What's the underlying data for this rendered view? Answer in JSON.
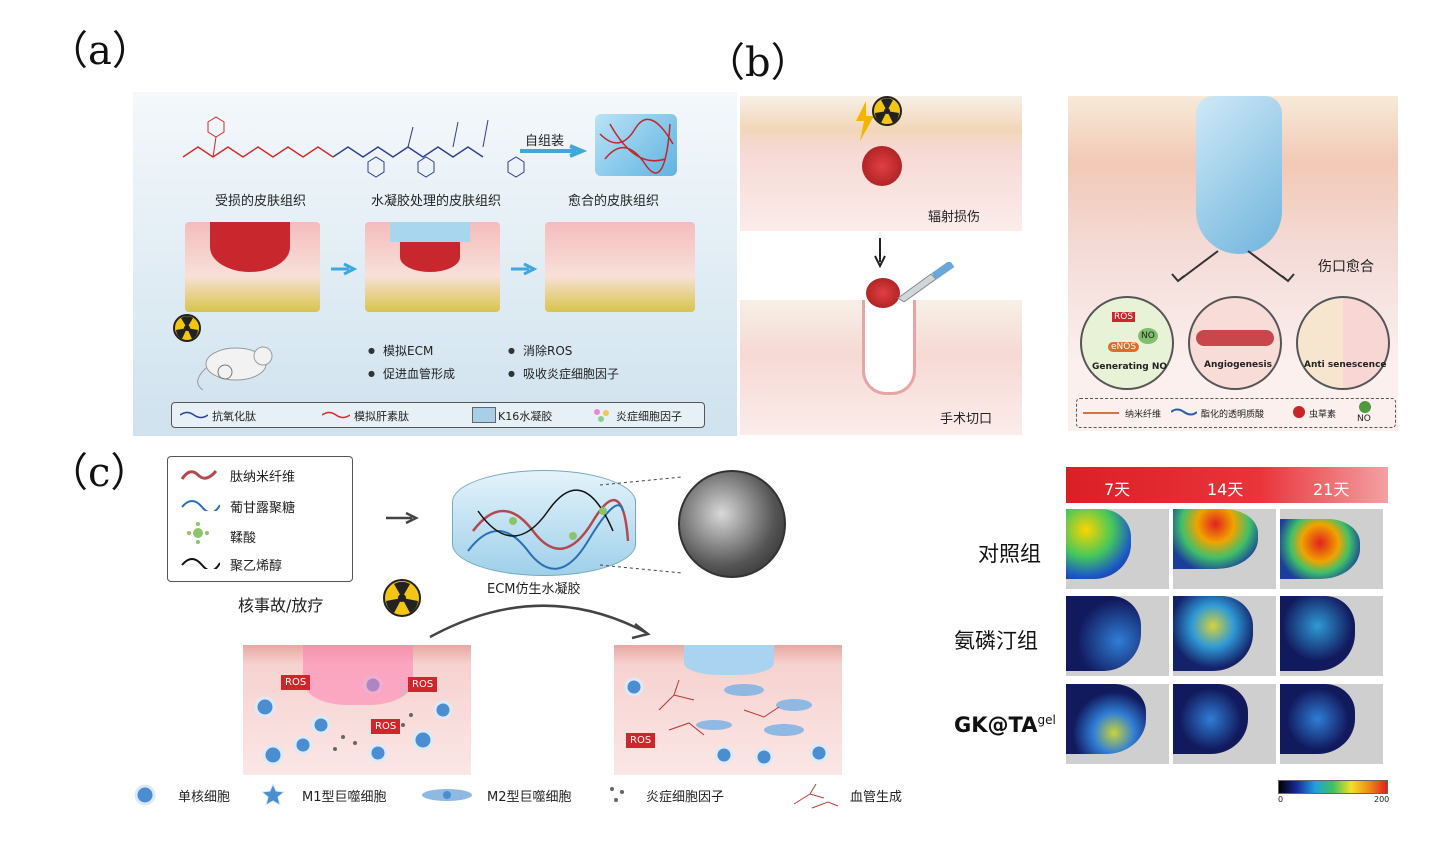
{
  "panel_a": {
    "letter": "（a）",
    "self_assembly": "自组装",
    "stage_labels": [
      "受损的皮肤组织",
      "水凝胶处理的皮肤组织",
      "愈合的皮肤组织"
    ],
    "bullets": [
      "模拟ECM",
      "促进血管形成",
      "消除ROS",
      "吸收炎症细胞因子"
    ],
    "legend": [
      "抗氧化肽",
      "模拟肝素肽",
      "K16水凝胶",
      "炎症细胞因子"
    ]
  },
  "panel_b": {
    "letter": "（b）",
    "radiation_injury": "辐射损伤",
    "surgical_incision": "手术切口",
    "wound_healing": "伤口愈合",
    "circle_labels": [
      "Generating NO",
      "Angiogenesis",
      "Anti senescence"
    ],
    "circle_inner": [
      "ROS",
      "NO",
      "eNOS"
    ],
    "legend": [
      "纳米纤维",
      "酯化的透明质酸",
      "虫草素",
      "NO"
    ]
  },
  "panel_c": {
    "letter": "（c）",
    "legend": [
      "肽纳米纤维",
      "葡甘露聚糖",
      "鞣酸",
      "聚乙烯醇"
    ],
    "hydrogel_label": "ECM仿生水凝胶",
    "radiation_source": "核事故/放疗",
    "ros": "ROS",
    "cell_legend": [
      "单核细胞",
      "M1型巨噬细胞",
      "M2型巨噬细胞",
      "炎症细胞因子",
      "血管生成"
    ]
  },
  "heatmap": {
    "days": [
      "7天",
      "14天",
      "21天"
    ],
    "groups": [
      "对照组",
      "氨磷汀组",
      "GK@TA"
    ],
    "gk_superscript": "gel",
    "scale": [
      "0",
      "200"
    ]
  },
  "colors": {
    "panel_a_bg": "#dcebf4",
    "skin_pink": "#f2c7c4",
    "wound_red": "#c7272d",
    "hydrogel_blue": "#8fc3e4",
    "heat_header": "#e4252a"
  }
}
